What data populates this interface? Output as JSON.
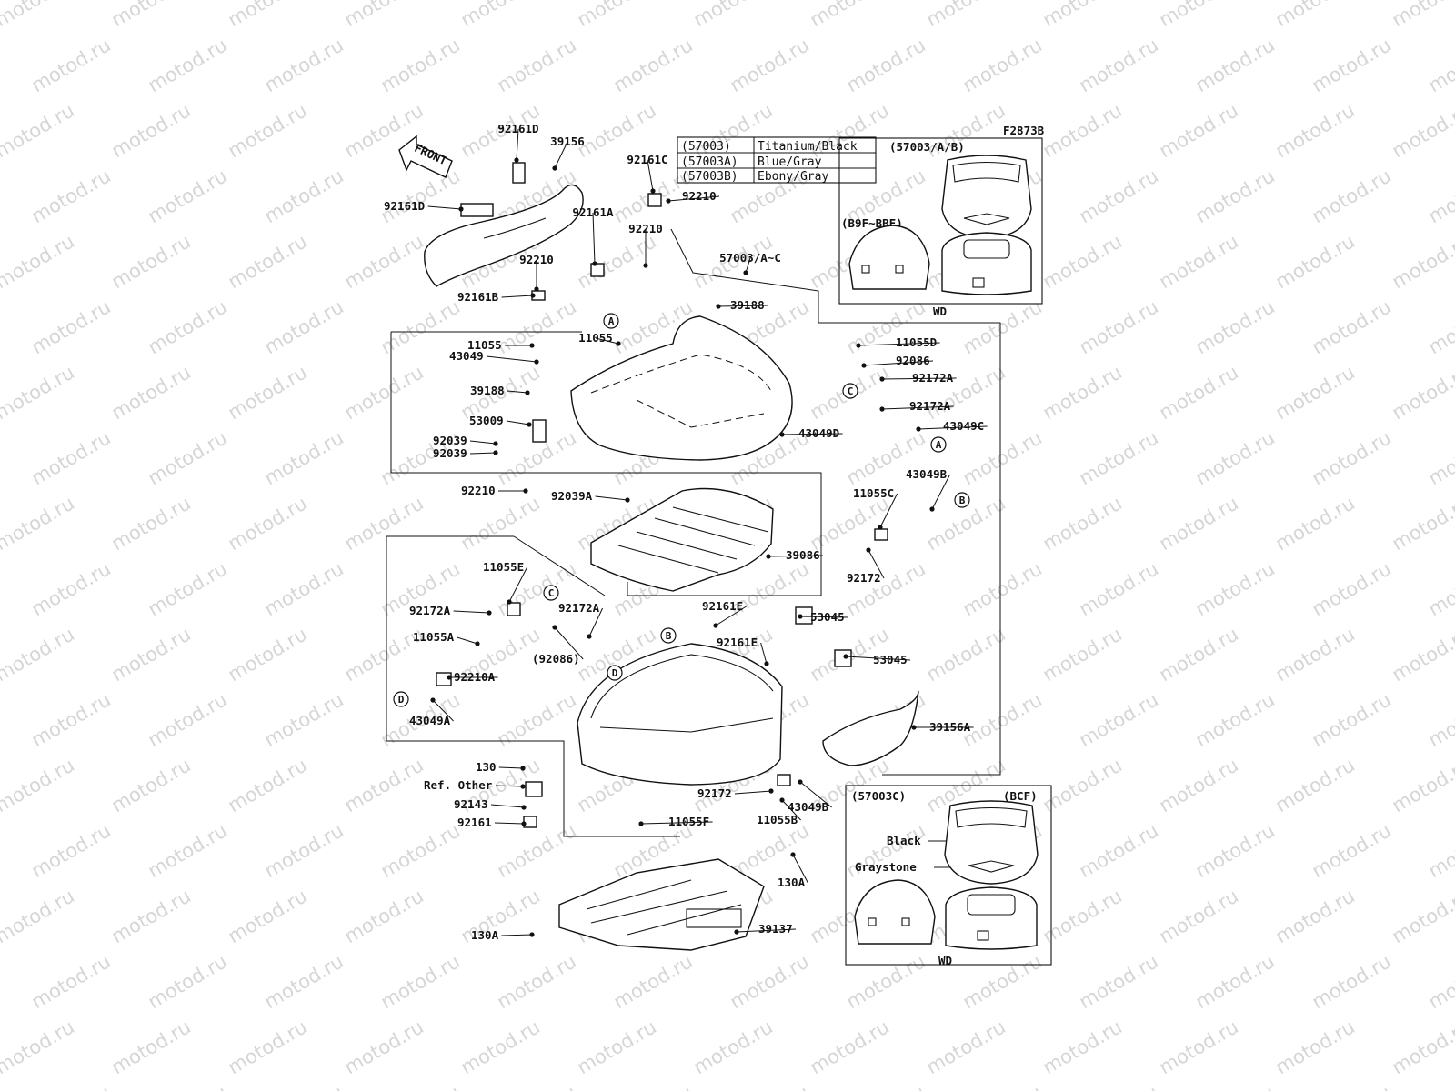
{
  "watermark": "motod.ru",
  "figure_code": "F2873B",
  "front_arrow": "FRONT",
  "color_table": [
    {
      "code": "(57003)",
      "color": "Titanium/Black"
    },
    {
      "code": "(57003A)",
      "color": "Blue/Gray"
    },
    {
      "code": "(57003B)",
      "color": "Ebony/Gray"
    }
  ],
  "inset_top": {
    "title": "(57003/A/B)",
    "subtitle": "(B9F~BBF)",
    "caption": "WD"
  },
  "inset_bottom": {
    "title": "(57003C)",
    "subtitle": "(BCF)",
    "label_black": "Black",
    "label_graystone": "Graystone",
    "caption": "WD"
  },
  "callouts": [
    "A",
    "C",
    "A",
    "B",
    "C",
    "B",
    "D",
    "D"
  ],
  "parts": [
    "92161D",
    "39156",
    "92161D",
    "92161C",
    "92210",
    "92210",
    "92161A",
    "57003/A~C",
    "92210",
    "92161B",
    "39188",
    "11055",
    "11055",
    "43049",
    "39188",
    "53009",
    "92039",
    "92039",
    "43049D",
    "11055D",
    "92086",
    "92172A",
    "92172A",
    "43049C",
    "92210",
    "92039A",
    "39086",
    "43049B",
    "11055C",
    "92172",
    "11055E",
    "92172A",
    "92172A",
    "(92086)",
    "11055A",
    "92210A",
    "43049A",
    "92161E",
    "53045",
    "92161E",
    "53045",
    "39156A",
    "130",
    "Ref. Other",
    "92143",
    "92161",
    "92172",
    "43049B",
    "11055B",
    "11055F",
    "130A",
    "130A",
    "39137"
  ]
}
